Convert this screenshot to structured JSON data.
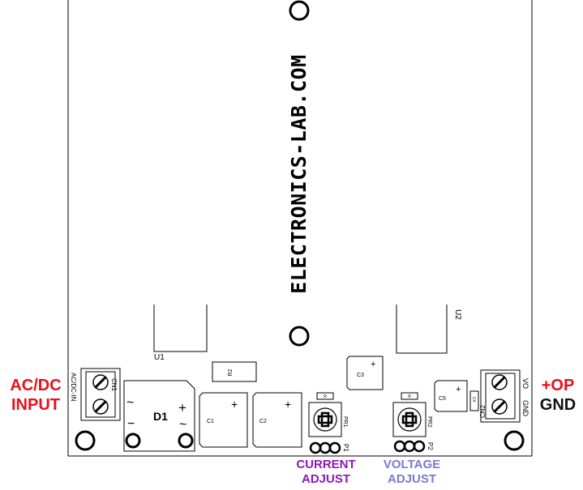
{
  "board": {
    "watermark": "ELECTRONICS-LAB.COM",
    "parts": {
      "u1": "U1",
      "u2": "U2",
      "d1": "D1",
      "r2": "R2",
      "c1": "C1",
      "c2": "C2",
      "c3": "C3",
      "c4": "C4",
      "c5": "C5",
      "pr1": "PR1",
      "pr2": "PR2",
      "p1": "P1",
      "p2": "P2",
      "r_small_1": "R",
      "r_small_2": "R",
      "cn1": "CN1",
      "cn1_pin": "AC/DC-IN",
      "cn2": "CN2",
      "cn2_vo": "VO",
      "cn2_gnd": "GND",
      "plus": "+",
      "minus": "−",
      "tilde": "~"
    }
  },
  "external": {
    "input_line1": "AC/DC",
    "input_line2": "INPUT",
    "output_line1": "+OP",
    "output_line2": "GND",
    "current_line1": "CURRENT",
    "current_line2": "ADJUST",
    "voltage_line1": "VOLTAGE",
    "voltage_line2": "ADJUST"
  },
  "colors": {
    "input": "#e8101a",
    "output_op": "#e8101a",
    "output_gnd": "#111111",
    "current": "#8e17b8",
    "voltage": "#7a78d6"
  }
}
